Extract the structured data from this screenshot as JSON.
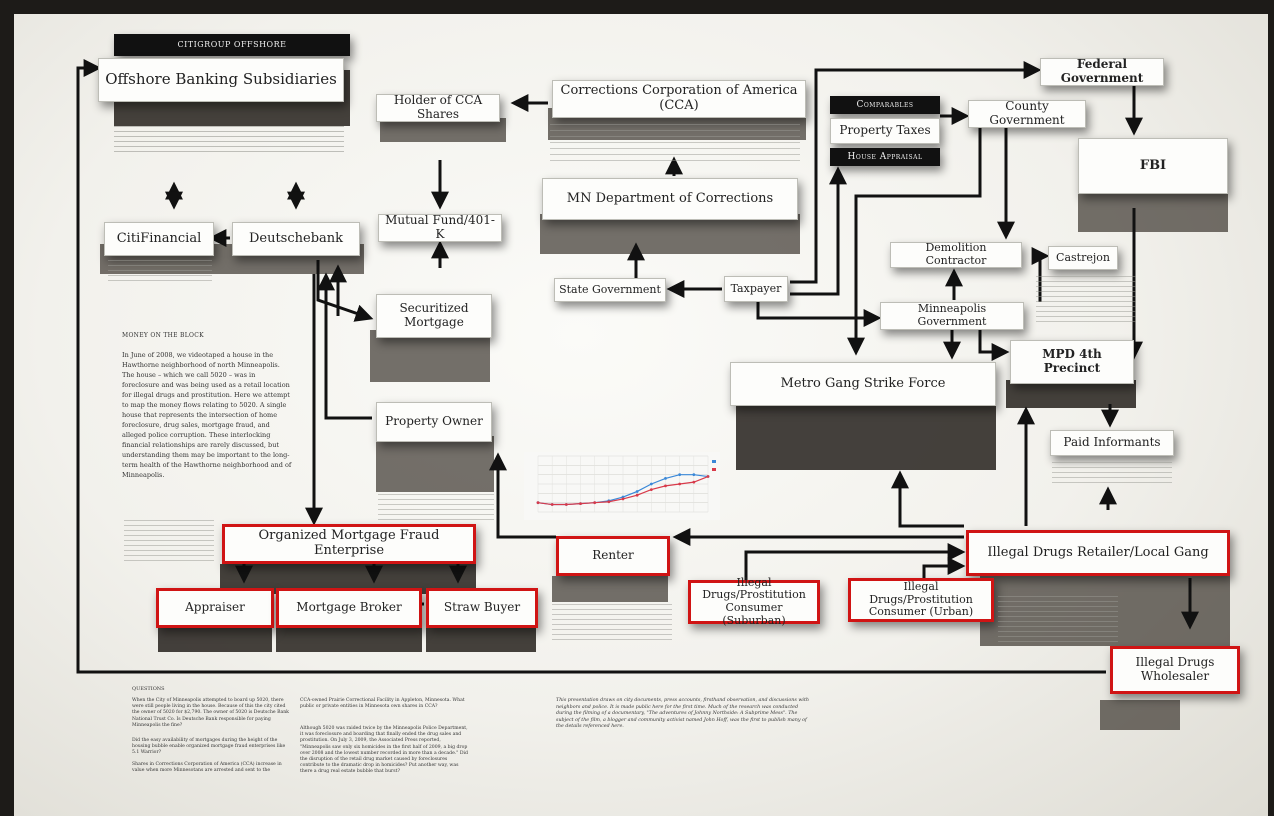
{
  "diagram": {
    "banner": "CITIGROUP OFFSHORE",
    "nodes": {
      "offshore": "Offshore Banking Subsidiaries",
      "holder": "Holder of CCA Shares",
      "cca": "Corrections Corporation of America (CCA)",
      "comparables": "Comparables",
      "property_taxes": "Property Taxes",
      "house_appraisal": "House Appraisal",
      "county": "County Government",
      "federal": "Federal Government",
      "fbi": "FBI",
      "mn_doc": "MN Department of Corrections",
      "mutual_fund": "Mutual Fund/401-K",
      "citifinancial": "CitiFinancial",
      "deutschebank": "Deutschebank",
      "securitized": "Securitized Mortgage",
      "state": "State Government",
      "taxpayer": "Taxpayer",
      "demolition": "Demolition Contractor",
      "castrejon": "Castrejon",
      "minneapolis": "Minneapolis Government",
      "mpd": "MPD 4th Precinct",
      "metro_gang": "Metro Gang Strike Force",
      "property_owner": "Property Owner",
      "paid_informants": "Paid Informants",
      "mortgage_fraud": "Organized Mortgage Fraud Enterprise",
      "renter": "Renter",
      "illegal_retailer": "Illegal Drugs Retailer/Local Gang",
      "consumer_suburban": "Illegal Drugs/Prostitution Consumer (Suburban)",
      "consumer_urban": "Illegal Drugs/Prostitution Consumer (Urban)",
      "appraiser": "Appraiser",
      "mortgage_broker": "Mortgage Broker",
      "straw_buyer": "Straw Buyer",
      "wholesaler": "Illegal Drugs Wholesaler"
    },
    "intro_heading": "MONEY ON THE BLOCK",
    "intro_text": "In June of 2008, we videotaped a house in the Hawthorne neighborhood of north Minneapolis. The house – which we call 5020 – was in foreclosure and was being used as a retail location for illegal drugs and prostitution. Here we attempt to map the money flows relating to 5020. A single house that represents the intersection of home foreclosure, drug sales, mortgage fraud, and alleged police corruption. These interlocking financial relationships are rarely discussed, but understanding them may be important to the long-term health of the Hawthorne neighborhood and of Minneapolis.",
    "questions_heading": "QUESTIONS",
    "q1": "When the City of Minneapolis attempted to board up 5020, there were still people living in the house. Because of this the city cited the owner of 5020 for $2,790. The owner of 5020 is Deutsche Bank National Trust Co. Is Deutsche Bank responsible for paying Minneapolis the fine?",
    "q2": "Did the easy availability of mortgages during the height of the housing bubble enable organized mortgage fraud enterprises like 5.1 Warrior?",
    "q3": "Shares in Corrections Corporation of America (CCA) increase in value when more Minnesotans are arrested and sent to the",
    "q4": "CCA-owned Prairie Correctional Facility in Appleton, Minnesota. What public or private entities in Minnesota own shares in CCA?",
    "q5": "Although 5020 was raided twice by the Minneapolis Police Department, it was foreclosure and boarding that finally ended the drug sales and prostitution. On July 3, 2009, the Associated Press reported, \"Minneapolis saw only six homicides in the first half of 2009, a big drop over 2008 and the lowest number recorded in more than a decade.\" Did the disruption of the retail drug market caused by foreclosures contribute to the dramatic drop in homicides? Put another way, was there a drug real estate bubble that burst?",
    "credits": "This presentation draws on city documents, press accounts, firsthand observation, and discussions with neighbors and police. It is made public here for the first time. Much of the research was conducted during the filming of a documentary, \"The adventures of Johnny Northside: A Subprime Mess\". The subject of the film, a blogger and community activist named John Hoff, was the first to publish many of the details referenced here."
  },
  "chart_data": {
    "type": "line",
    "title": "",
    "series": [
      {
        "name": "",
        "color": "#3a88d8",
        "values": [
          5,
          4,
          4,
          4.5,
          5,
          6,
          8,
          11,
          15,
          18,
          20,
          20,
          19
        ]
      },
      {
        "name": "",
        "color": "#d83a4a",
        "values": [
          5,
          4,
          4,
          4.5,
          5,
          5.5,
          7,
          9,
          12,
          14,
          15,
          16,
          19
        ]
      }
    ],
    "ylim": [
      0,
      30
    ],
    "grid": true,
    "legend": "right"
  }
}
